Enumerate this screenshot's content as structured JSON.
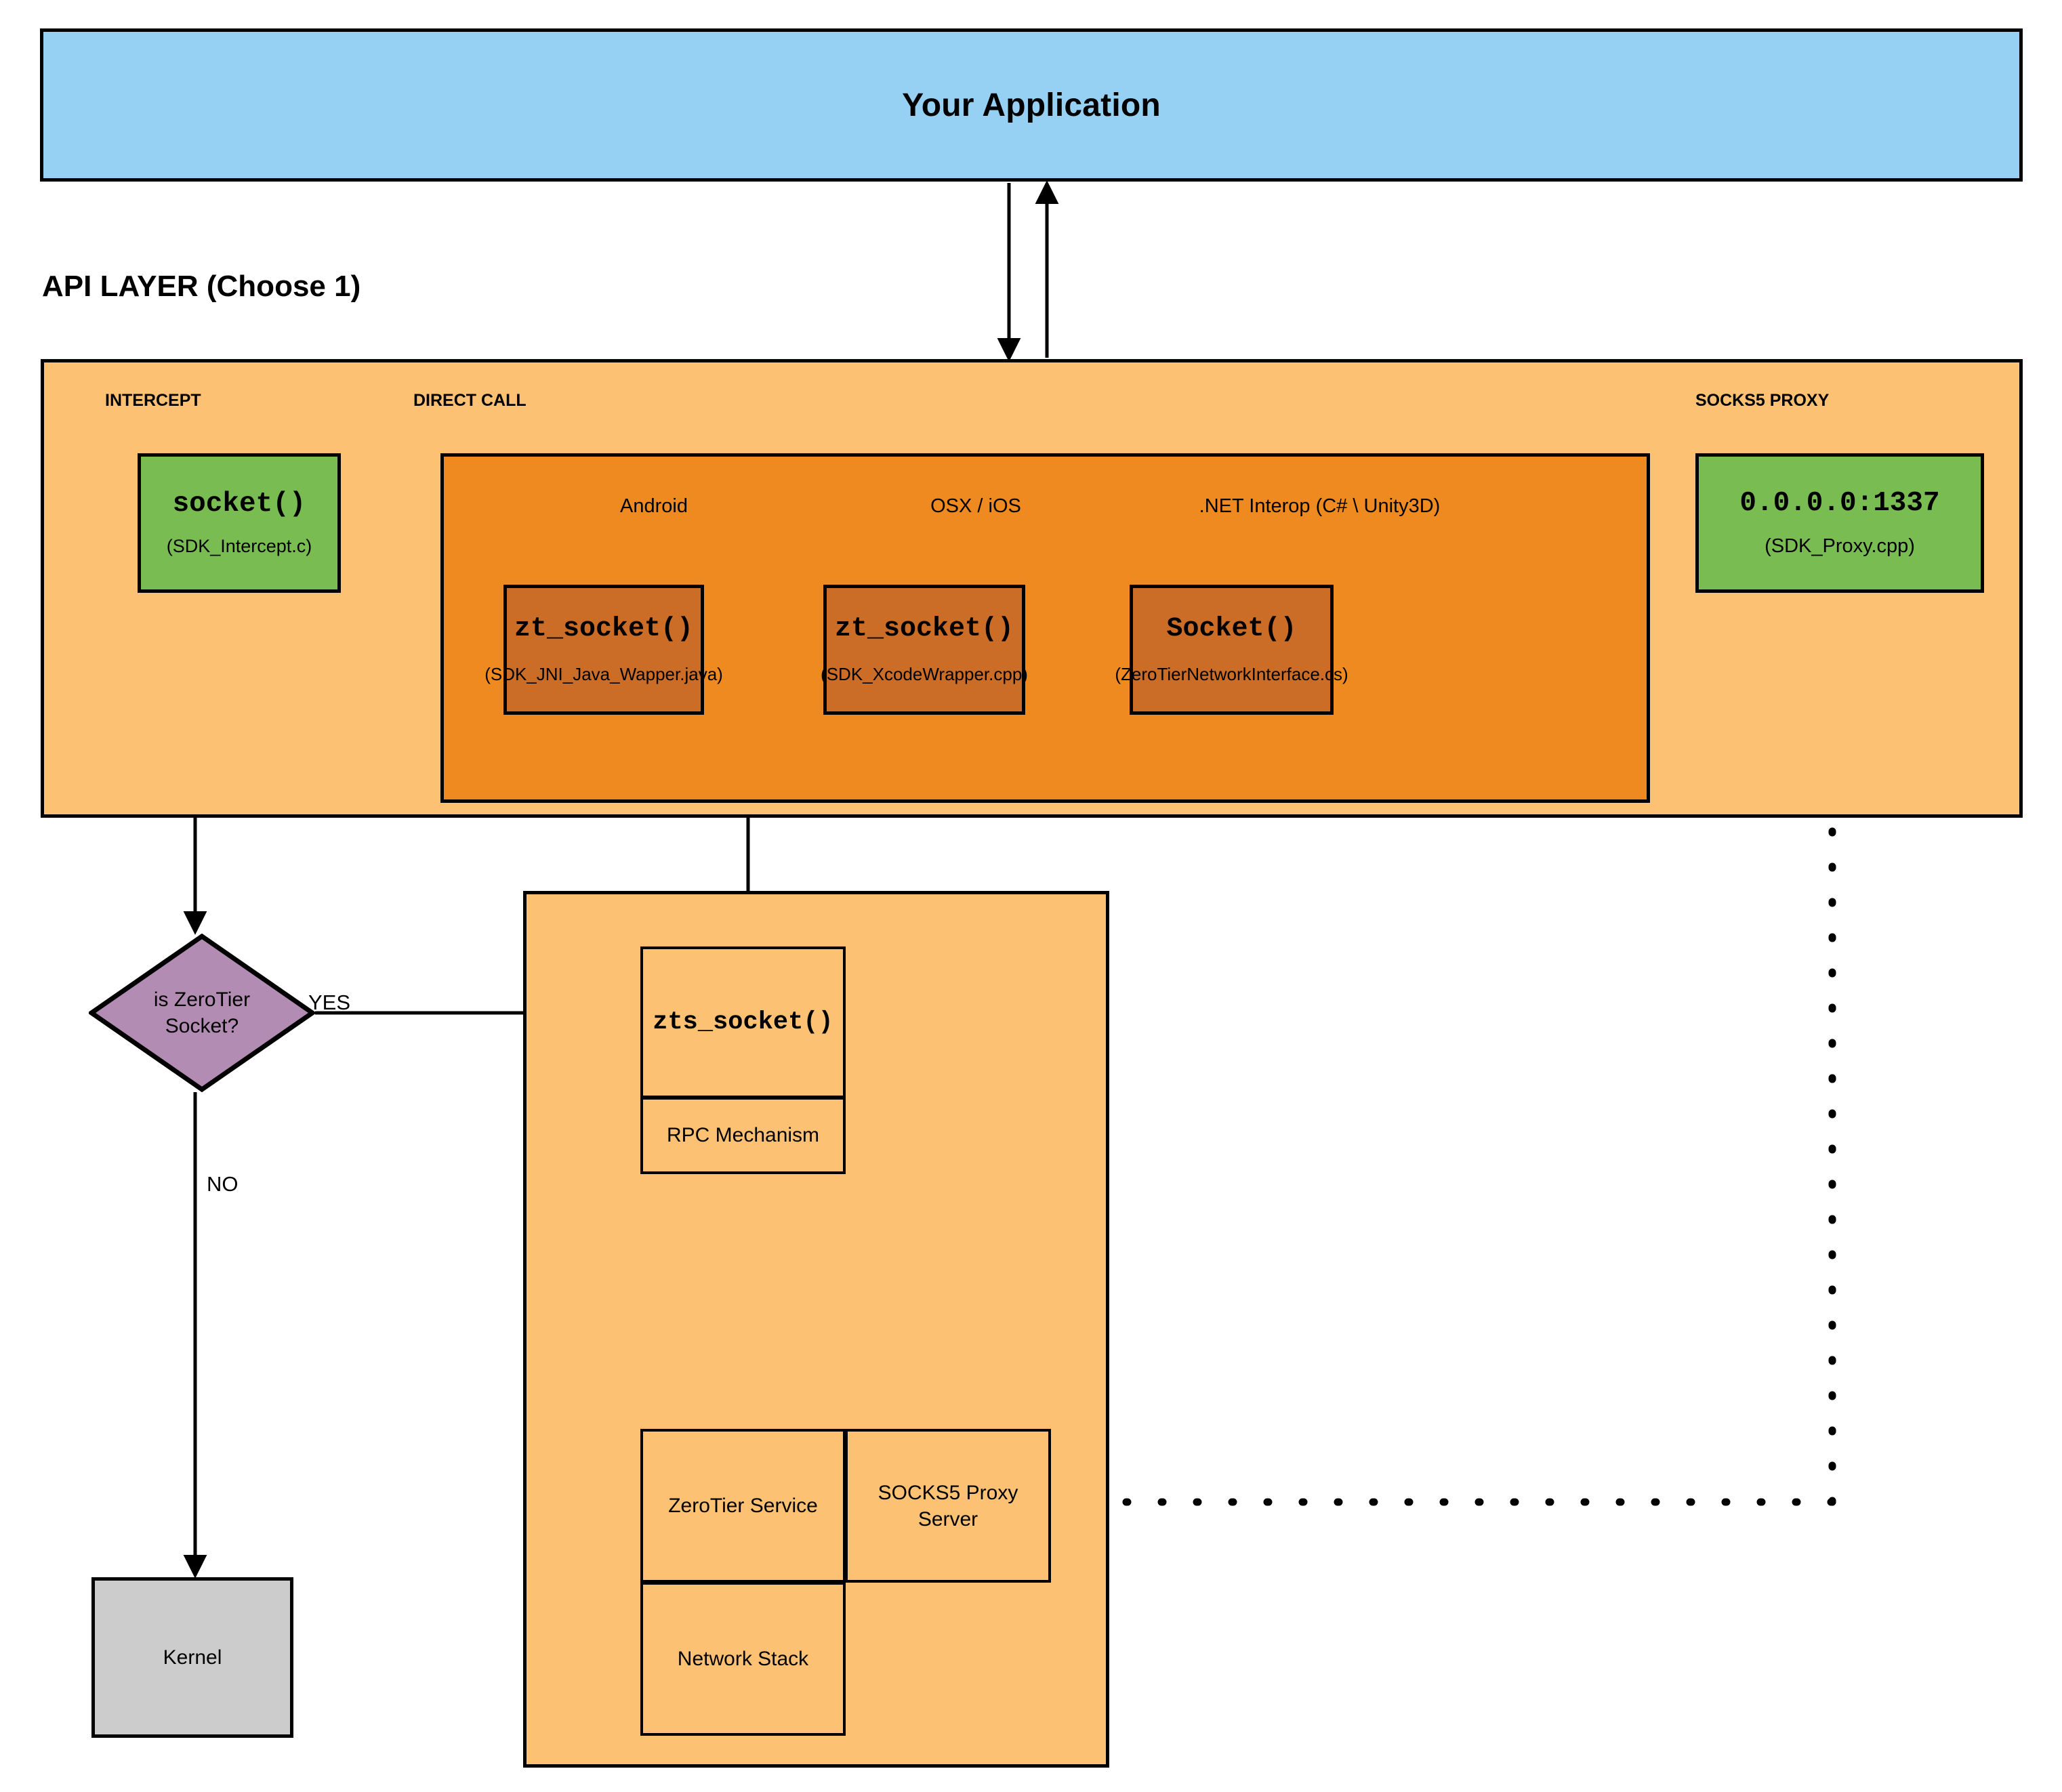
{
  "application": {
    "title": "Your Application",
    "fill": "#96D0F2"
  },
  "api_layer": {
    "heading": "API LAYER (Choose 1)",
    "fill": "#FCC173",
    "groups": {
      "intercept_label": "INTERCEPT",
      "direct_call_label": "DIRECT CALL",
      "socks5_label": "SOCKS5 PROXY"
    },
    "intercept": {
      "name": "socket()",
      "file": "(SDK_Intercept.c)",
      "fill": "#79BD52"
    },
    "socks5_proxy": {
      "name": "0.0.0.0:1337",
      "file": "(SDK_Proxy.cpp)",
      "fill": "#79BD52"
    },
    "direct_call": {
      "fill": "#EE8A1F",
      "platforms": [
        {
          "platform": "Android",
          "name": "zt_socket()",
          "file": "(SDK_JNI_Java_Wapper.java)",
          "fill": "#CB6D26"
        },
        {
          "platform": "OSX / iOS",
          "name": "zt_socket()",
          "file": "(SDK_XcodeWrapper.cpp)",
          "fill": "#CB6D26"
        },
        {
          "platform": ".NET Interop (C# \\ Unity3D)",
          "name": "Socket()",
          "file": "(ZeroTierNetworkInterface.cs)",
          "fill": "#CB6D26"
        }
      ]
    }
  },
  "decision": {
    "line1": "is ZeroTier",
    "line2": "Socket?",
    "fill": "#B38CB4",
    "yes_label": "YES",
    "no_label": "NO"
  },
  "kernel": {
    "label": "Kernel",
    "fill": "#CCCCCC"
  },
  "service": {
    "fill": "#FCC173",
    "zts_socket": "zts_socket()",
    "rpc_mechanism": "RPC Mechanism",
    "zerotier_service": "ZeroTier Service",
    "socks5_proxy_server_line1": "SOCKS5 Proxy",
    "socks5_proxy_server_line2": "Server",
    "network_stack": "Network Stack"
  }
}
